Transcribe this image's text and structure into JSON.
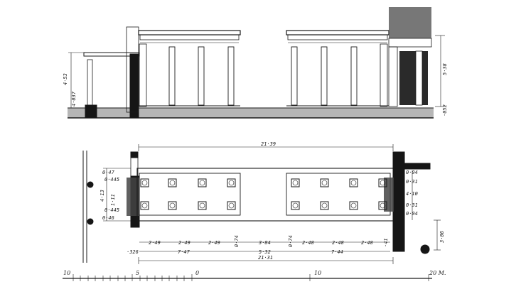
{
  "elevation": {
    "dims": {
      "left_total": "4·53",
      "left_base": "4·037",
      "right_total": "5·38",
      "right_base": "·052"
    }
  },
  "plan": {
    "overall_top": "21·39",
    "overall_bottom": "21·31",
    "left_depth": {
      "d1": "0·47",
      "d2": "0·445",
      "d3": "1·11",
      "d4": "4·13",
      "d5": "0·445",
      "d6": "0·46"
    },
    "right_depth": {
      "d1": "0·04",
      "d2": "0·31",
      "d3": "4·10",
      "d4": "0·31",
      "d5": "0·04",
      "d6": "3·06"
    },
    "spacing_left": [
      "2·49",
      "2·49",
      "2·49"
    ],
    "spacing_mid_small_left": "0·74",
    "spacing_center": "3·84",
    "spacing_mid_small_right": "0·74",
    "spacing_right": [
      "2·48",
      "2·48",
      "2·48"
    ],
    "bay_left": "7·47",
    "bay_center": "5·32",
    "bay_right": "7·44",
    "edge_left": "·326",
    "edge_right": "·41"
  },
  "scale_bar": {
    "labels": [
      "10",
      "5",
      "0",
      "10",
      "20 M."
    ]
  }
}
